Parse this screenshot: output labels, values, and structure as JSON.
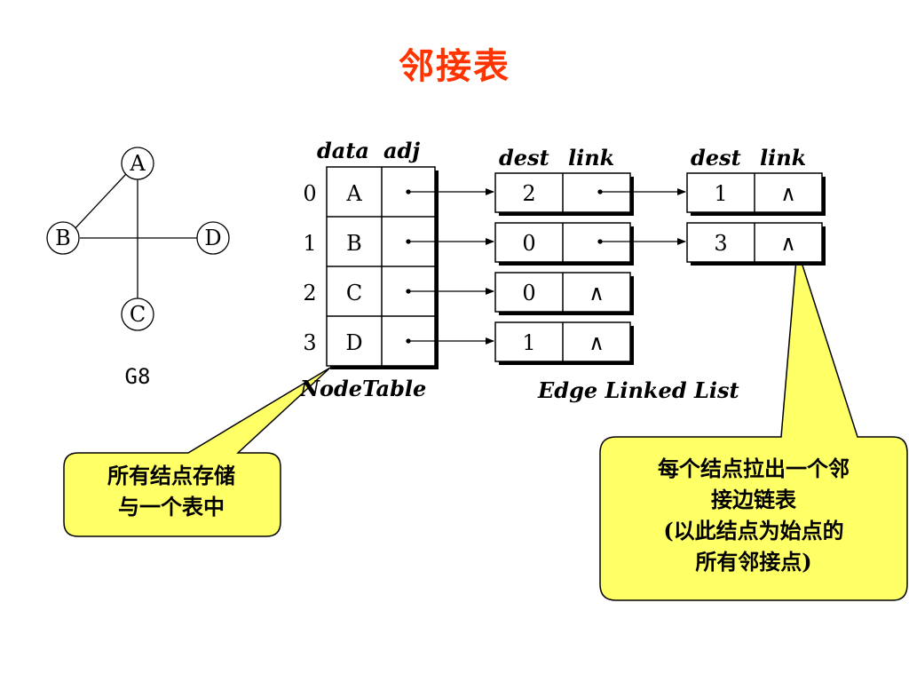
{
  "title": "邻接表",
  "graph": {
    "label": "G8",
    "nodes": [
      "A",
      "B",
      "C",
      "D"
    ],
    "edges": [
      [
        "A",
        "B"
      ],
      [
        "A",
        "C"
      ],
      [
        "B",
        "D"
      ]
    ]
  },
  "node_table": {
    "headers": [
      "data",
      "adj"
    ],
    "indices": [
      "0",
      "1",
      "2",
      "3"
    ],
    "data": [
      "A",
      "B",
      "C",
      "D"
    ],
    "caption": "NodeTable"
  },
  "edge_list": {
    "headers": [
      "dest",
      "link"
    ],
    "caption": "Edge Linked List",
    "first_column": [
      "2",
      "0",
      "0",
      "1"
    ],
    "second_column": [
      "1",
      "3"
    ],
    "null_symbol": "∧"
  },
  "callouts": {
    "left": [
      "所有结点存储",
      "与一个表中"
    ],
    "right": [
      "每个结点拉出一个邻",
      "接边链表",
      "(以此结点为始点的",
      "所有邻接点)"
    ]
  },
  "colors": {
    "title": "#ff3300",
    "callout_fill": "#ffff66",
    "line": "#000000"
  }
}
